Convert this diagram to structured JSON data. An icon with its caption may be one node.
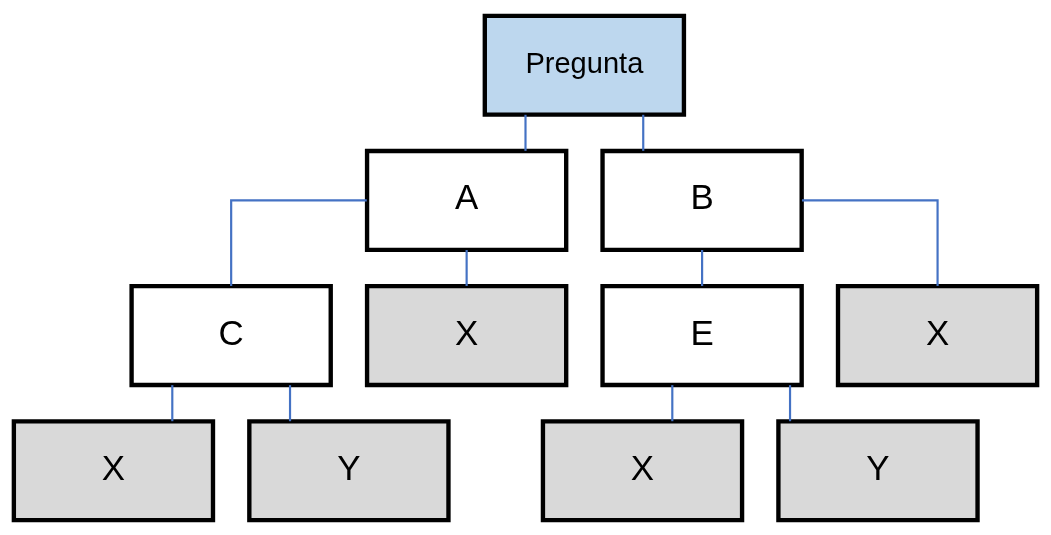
{
  "diagram": {
    "nodes": [
      {
        "text": [
          "Pregunta"
        ]
      },
      {
        "text": [
          "A"
        ]
      },
      {
        "text": [
          "B"
        ]
      },
      {
        "text": [
          "C"
        ]
      },
      {
        "text": [
          "X"
        ]
      },
      {
        "text": [
          "E"
        ]
      },
      {
        "text": [
          "X"
        ]
      },
      {
        "text": [
          "X"
        ]
      },
      {
        "text": [
          "Y"
        ]
      },
      {
        "text": [
          "X"
        ]
      },
      {
        "text": [
          "Y"
        ]
      }
    ],
    "edges": [
      {
        "from": 0,
        "to": 1,
        "arrow": "none"
      },
      {
        "from": 0,
        "to": 2,
        "arrow": "none"
      },
      {
        "from": 1,
        "to": 3,
        "arrow": "none"
      },
      {
        "from": 1,
        "to": 4,
        "arrow": "none"
      },
      {
        "from": 2,
        "to": 5,
        "arrow": "none"
      },
      {
        "from": 2,
        "to": 6,
        "arrow": "none"
      },
      {
        "from": 3,
        "to": 7,
        "arrow": "none"
      },
      {
        "from": 3,
        "to": 8,
        "arrow": "none"
      },
      {
        "from": 5,
        "to": 9,
        "arrow": "none"
      },
      {
        "from": 5,
        "to": 10,
        "arrow": "none"
      }
    ]
  }
}
